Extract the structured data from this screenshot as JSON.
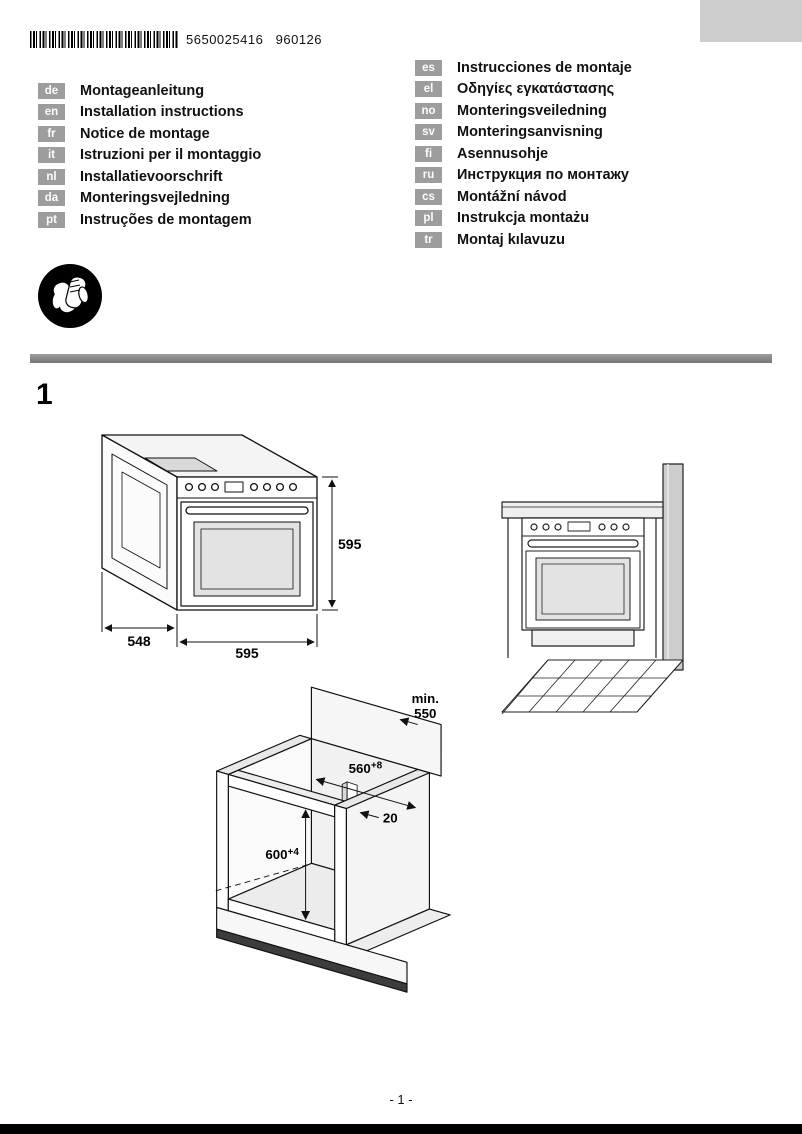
{
  "header": {
    "barcode_text": "5650025416   960126"
  },
  "languages": {
    "left": [
      {
        "code": "de",
        "title": "Montageanleitung"
      },
      {
        "code": "en",
        "title": "Installation instructions"
      },
      {
        "code": "fr",
        "title": "Notice de montage"
      },
      {
        "code": "it",
        "title": "Istruzioni per il montaggio"
      },
      {
        "code": "nl",
        "title": "Installatievoorschrift"
      },
      {
        "code": "da",
        "title": "Monteringsvejledning"
      },
      {
        "code": "pt",
        "title": "Instruções de montagem"
      }
    ],
    "right": [
      {
        "code": "es",
        "title": "Instrucciones de montaje"
      },
      {
        "code": "el",
        "title": "Οδηγίες εγκατάστασης"
      },
      {
        "code": "no",
        "title": "Monteringsveiledning"
      },
      {
        "code": "sv",
        "title": "Monteringsanvisning"
      },
      {
        "code": "fi",
        "title": "Asennusohje"
      },
      {
        "code": "ru",
        "title": "Инструкция по монтажу"
      },
      {
        "code": "cs",
        "title": "Montážní návod"
      },
      {
        "code": "pl",
        "title": "Instrukcja montażu"
      },
      {
        "code": "tr",
        "title": "Montaj kılavuzu"
      }
    ]
  },
  "figure": {
    "number": "1",
    "dimensions": {
      "oven_height": "595",
      "oven_depth": "548",
      "oven_width": "595",
      "niche_depth_min_label": "min.",
      "niche_depth_min": "550",
      "niche_width": {
        "value": "560",
        "tolerance": "+8"
      },
      "niche_height": {
        "value": "600",
        "tolerance": "+4"
      },
      "rear_gap": "20"
    }
  },
  "icons": {
    "gloves": "protective-gloves-icon"
  },
  "footer": {
    "page_number": "- 1 -"
  }
}
